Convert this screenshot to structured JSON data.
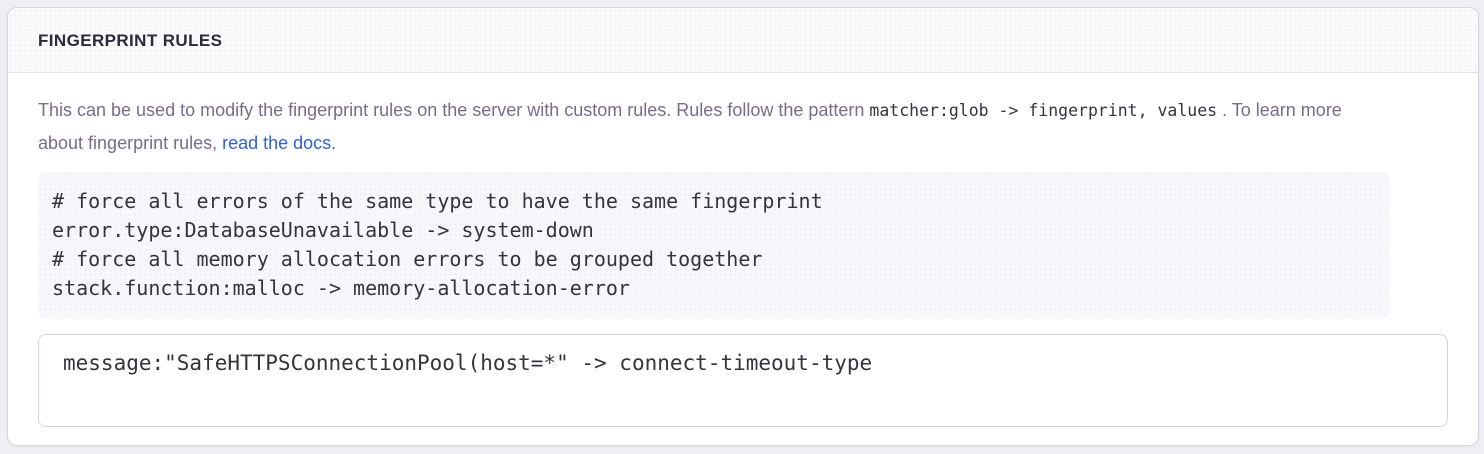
{
  "panel": {
    "title": "FINGERPRINT RULES"
  },
  "description": {
    "text_intro": "This can be used to modify the fingerprint rules on the server with custom rules. Rules follow the pattern",
    "pattern_code": "matcher:glob -> fingerprint, values",
    "text_middle": ". To learn more about fingerprint rules, ",
    "docs_link": "read the docs."
  },
  "code_example": {
    "lines": [
      "# force all errors of the same type to have the same fingerprint",
      "error.type:DatabaseUnavailable -> system-down",
      "# force all memory allocation errors to be grouped together",
      "stack.function:malloc -> memory-allocation-error"
    ]
  },
  "rules_input": {
    "value": "message:\"SafeHTTPSConnectionPool(host=*\" -> connect-timeout-type"
  },
  "colors": {
    "link": "#3160d4",
    "header_text": "#2f2936",
    "body_text": "#7a6c87",
    "code_text": "#37323e",
    "panel_border": "#d8d5de"
  }
}
